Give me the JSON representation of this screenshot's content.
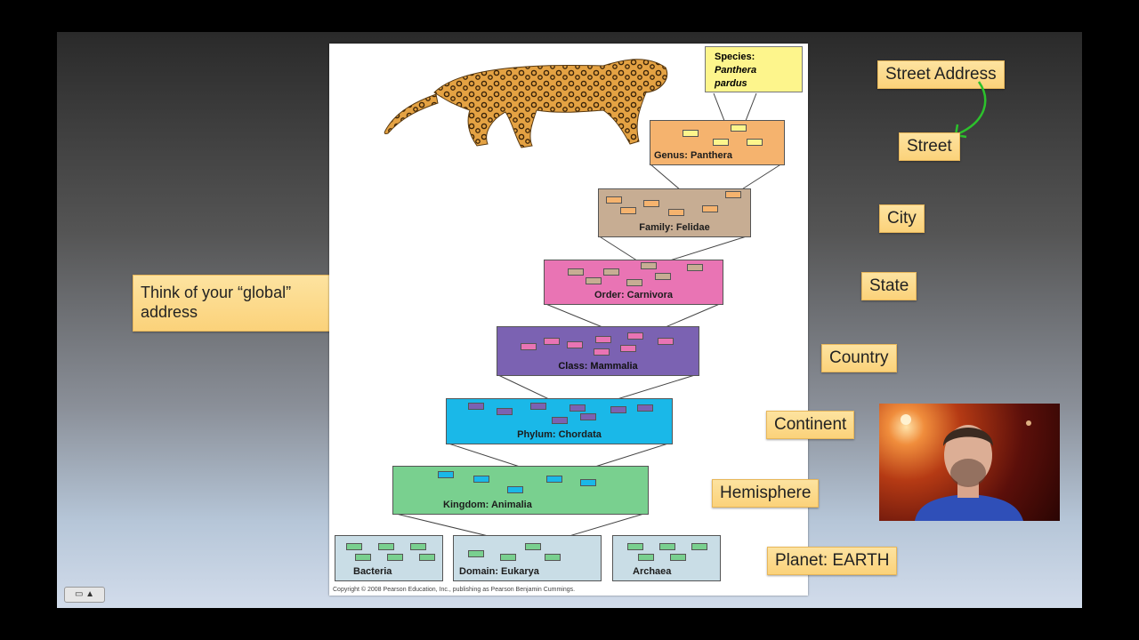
{
  "callouts": {
    "think": "Think of your “global” address",
    "street_address": "Street Address",
    "street": "Street",
    "city": "City",
    "state": "State",
    "country": "Country",
    "continent": "Continent",
    "hemisphere": "Hemisphere",
    "planet": "Planet: EARTH"
  },
  "figure": {
    "species_title": "Species:",
    "species_name_1": "Panthera",
    "species_name_2": "pardus",
    "genus": "Genus: Panthera",
    "family": "Family: Felidae",
    "order": "Order: Carnivora",
    "class": "Class: Mammalia",
    "phylum": "Phylum: Chordata",
    "kingdom": "Kingdom: Animalia",
    "bacteria": "Bacteria",
    "domain": "Domain: Eukarya",
    "archaea": "Archaea",
    "copyright": "Copyright © 2008 Pearson Education, Inc., publishing as Pearson Benjamin Cummings."
  },
  "colors": {
    "genus": "#f5b36e",
    "family": "#c7ad93",
    "order": "#e974b4",
    "class": "#7b62b2",
    "phylum": "#1ab8e8",
    "kingdom": "#79d08f",
    "domain": "#c9dde6",
    "callout": "#fbd27a"
  },
  "icons": {
    "arrow": "green-curved-arrow-icon",
    "control": "player-control-icon"
  }
}
